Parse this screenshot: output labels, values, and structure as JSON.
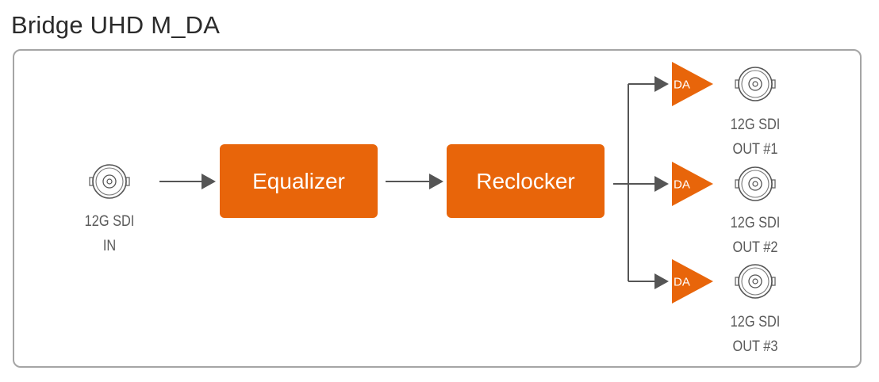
{
  "title": "Bridge UHD M_DA",
  "blocks": {
    "equalizer": "Equalizer",
    "reclocker": "Reclocker",
    "da": "DA"
  },
  "input": {
    "line1": "12G SDI",
    "line2": "IN"
  },
  "outputs": [
    {
      "line1": "12G SDI",
      "line2": "OUT #1"
    },
    {
      "line1": "12G SDI",
      "line2": "OUT #2"
    },
    {
      "line1": "12G SDI",
      "line2": "OUT #3"
    }
  ],
  "colors": {
    "accent": "#e8650a",
    "line": "#555555",
    "frame": "#a5a5a5",
    "label": "#5a5a5a"
  },
  "icons": {
    "connector": "bnc-connector-icon",
    "arrow": "arrow-right-icon",
    "amplifier": "triangle-amplifier-icon"
  }
}
